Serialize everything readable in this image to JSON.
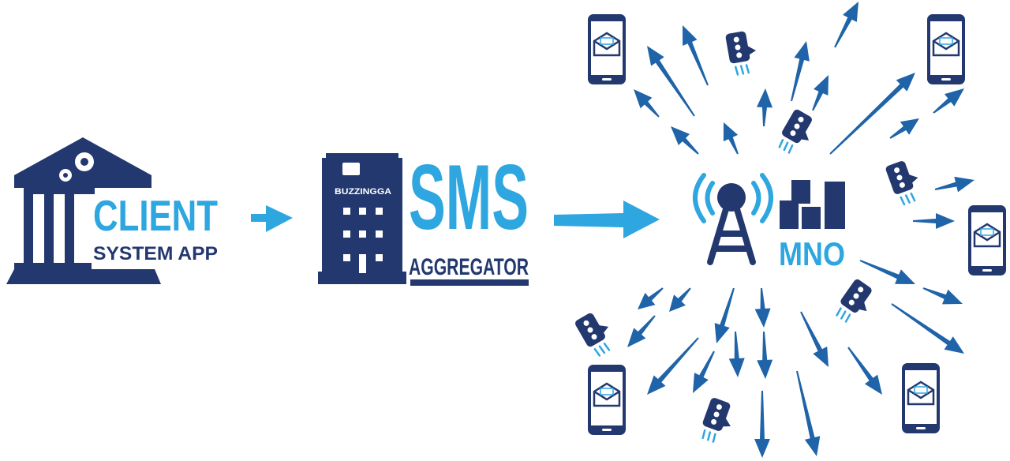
{
  "colors": {
    "navy": "#22386e",
    "light_blue": "#2ea6df",
    "arrow_blue": "#1f63a8"
  },
  "client": {
    "title": "CLIENT",
    "subtitle": "SYSTEM APP"
  },
  "aggregator": {
    "brand": "BUZZINGGA",
    "title": "SMS",
    "subtitle": "AGGREGATOR"
  },
  "mno": {
    "label": "MNO"
  },
  "icons": {
    "client": "bank-with-gears-icon",
    "aggregator": "office-building-icon",
    "tower": "signal-tower-icon",
    "city": "city-buildings-icon",
    "phone": "phone-envelope-icon",
    "chat": "chat-bubble-icon"
  }
}
